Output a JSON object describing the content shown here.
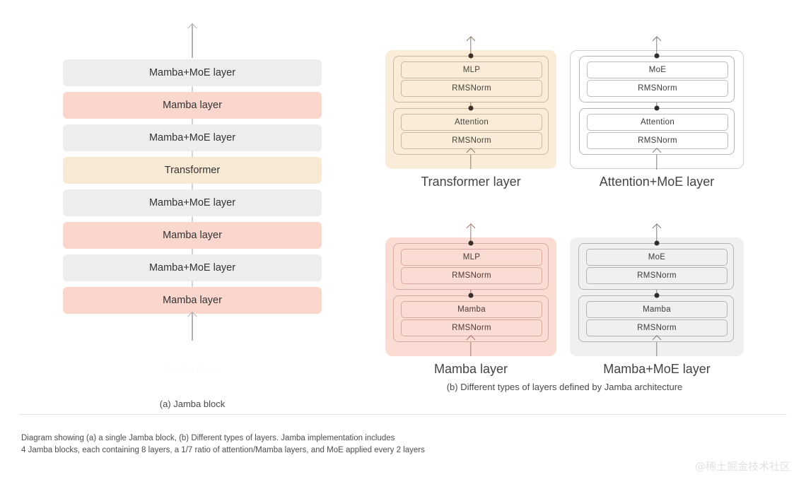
{
  "jamba_block": {
    "caption": "(a) Jamba block",
    "ghost_label": "Jamba block",
    "layers": [
      {
        "label": "Mamba+MoE layer",
        "color": "gray"
      },
      {
        "label": "Mamba layer",
        "color": "pink"
      },
      {
        "label": "Mamba+MoE layer",
        "color": "gray"
      },
      {
        "label": "Transformer",
        "color": "tan"
      },
      {
        "label": "Mamba+MoE layer",
        "color": "gray"
      },
      {
        "label": "Mamba layer",
        "color": "pink"
      },
      {
        "label": "Mamba+MoE layer",
        "color": "gray"
      },
      {
        "label": "Mamba layer",
        "color": "pink"
      }
    ]
  },
  "layer_types": {
    "caption": "(b) Different types of layers defined by Jamba architecture",
    "cards": [
      {
        "name": "transformer-layer",
        "caption": "Transformer layer",
        "upper_block": [
          "MLP",
          "RMSNorm"
        ],
        "lower_block": [
          "Attention",
          "RMSNorm"
        ]
      },
      {
        "name": "attention-moe-layer",
        "caption": "Attention+MoE layer",
        "upper_block": [
          "MoE",
          "RMSNorm"
        ],
        "lower_block": [
          "Attention",
          "RMSNorm"
        ]
      },
      {
        "name": "mamba-layer",
        "caption": "Mamba layer",
        "upper_block": [
          "MLP",
          "RMSNorm"
        ],
        "lower_block": [
          "Mamba",
          "RMSNorm"
        ]
      },
      {
        "name": "mamba-moe-layer",
        "caption": "Mamba+MoE layer",
        "upper_block": [
          "MoE",
          "RMSNorm"
        ],
        "lower_block": [
          "Mamba",
          "RMSNorm"
        ]
      }
    ]
  },
  "footer": {
    "line1": "Diagram showing (a) a single Jamba block, (b) Different types of layers. Jamba implementation includes",
    "line2": "4 Jamba blocks, each containing 8 layers, a 1/7 ratio of attention/Mamba layers, and MoE applied every 2 layers",
    "watermark": "@稀土掘金技术社区"
  },
  "colors": {
    "gray_fill": "#ededed",
    "pink_fill": "#fbd6cd",
    "tan_fill": "#f8e9d5",
    "arrow": "#b3b3b3",
    "divider": "#e2e2e2"
  }
}
